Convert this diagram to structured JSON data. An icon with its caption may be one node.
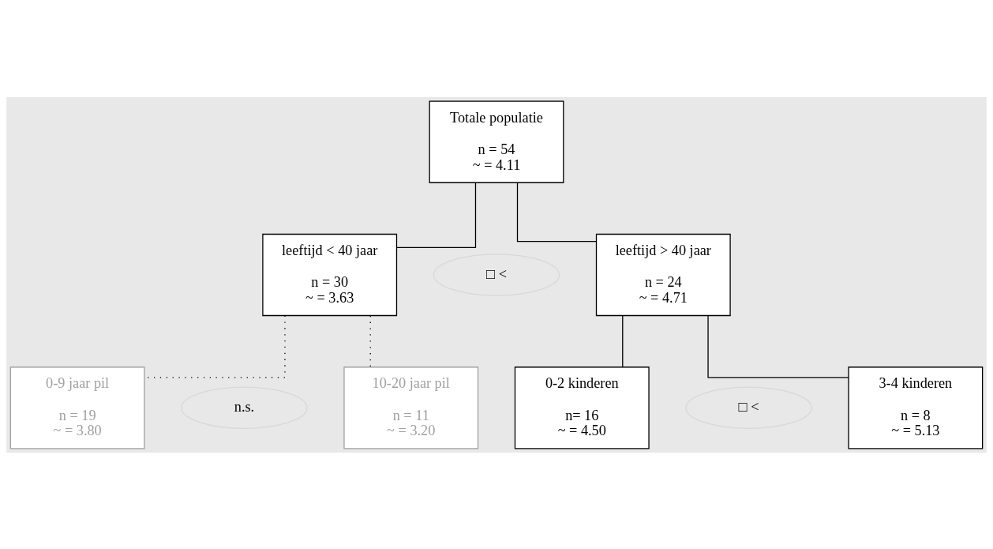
{
  "diagram": {
    "nodes": [
      {
        "text": [
          "Totale populatie",
          "n = 54",
          "~ = 4.11"
        ]
      },
      {
        "text": [
          "leeftijd < 40 jaar",
          "n = 30",
          "~ = 3.63"
        ]
      },
      {
        "text": [
          "leeftijd > 40 jaar",
          "n = 24",
          "~ = 4.71"
        ]
      },
      {
        "text": [
          "0-9 jaar pil",
          "n = 19",
          "~ = 3.80"
        ]
      },
      {
        "text": [
          "10-20 jaar pil",
          "n = 11",
          "~ = 3.20"
        ]
      },
      {
        "text": [
          "0-2 kinderen",
          "n= 16",
          "~ = 4.50"
        ]
      },
      {
        "text": [
          "3-4 kinderen",
          "n = 8",
          "~ = 5.13"
        ]
      },
      {
        "text": [
          "□ <"
        ]
      },
      {
        "text": [
          "n.s."
        ]
      },
      {
        "text": [
          "□ <"
        ]
      }
    ],
    "edges": [
      {
        "from": 0,
        "to": 1,
        "arrow": "none"
      },
      {
        "from": 0,
        "to": 2,
        "arrow": "none"
      },
      {
        "from": 1,
        "to": 3,
        "arrow": "none",
        "style": "dashed"
      },
      {
        "from": 1,
        "to": 4,
        "arrow": "none",
        "style": "dashed"
      },
      {
        "from": 2,
        "to": 5,
        "arrow": "none"
      },
      {
        "from": 2,
        "to": 6,
        "arrow": "none"
      }
    ]
  }
}
